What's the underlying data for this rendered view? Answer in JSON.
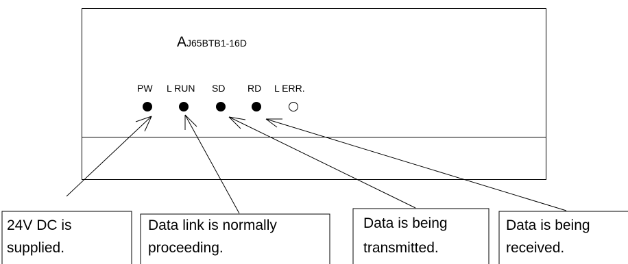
{
  "module": {
    "model_prefix": "A",
    "model_suffix": "J65BTB1-16D"
  },
  "leds": [
    {
      "label": "PW",
      "state": "on"
    },
    {
      "label": "L RUN",
      "state": "on"
    },
    {
      "label": "SD",
      "state": "on"
    },
    {
      "label": "RD",
      "state": "on"
    },
    {
      "label": "L ERR.",
      "state": "off"
    }
  ],
  "callouts": [
    {
      "line1": "24V DC is",
      "line2": "supplied."
    },
    {
      "line1": "Data link is normally",
      "line2": "proceeding."
    },
    {
      "line1": "Data is being",
      "line2": "transmitted."
    },
    {
      "line1": "Data is being",
      "line2": "received."
    }
  ]
}
